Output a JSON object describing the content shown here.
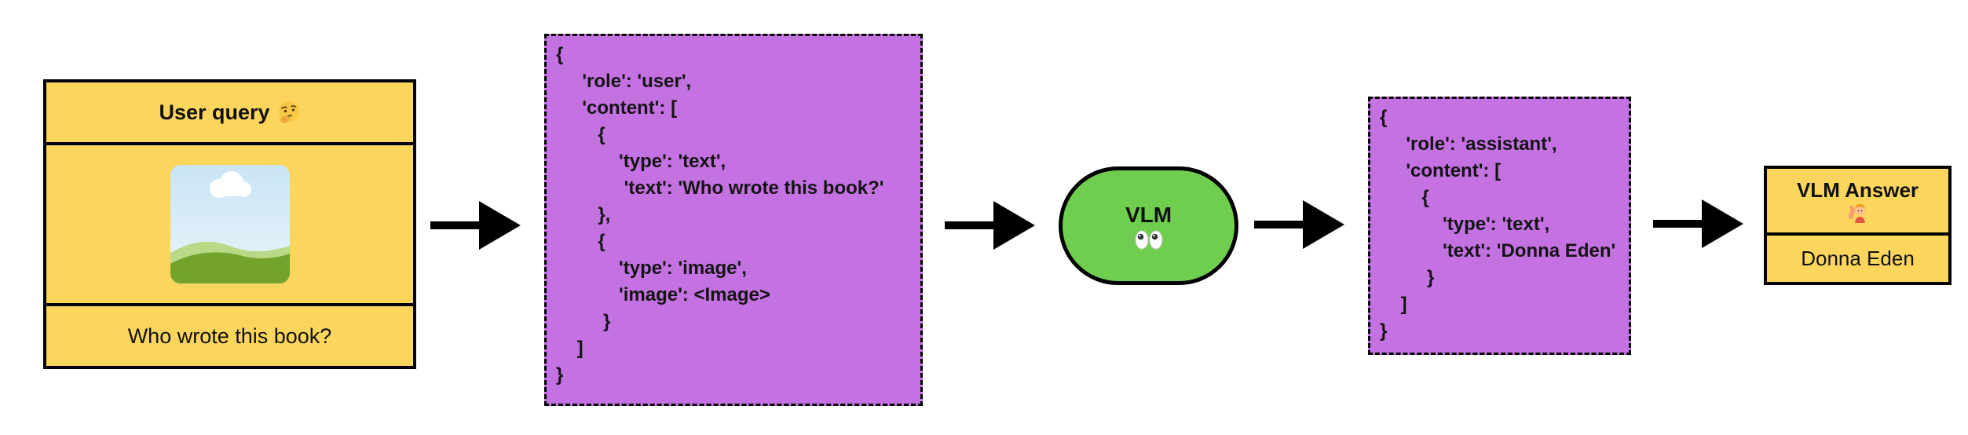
{
  "colors": {
    "node_yellow": "#fcd65c",
    "json_purple": "#c471e2",
    "vlm_green": "#70ce4e",
    "outline_black": "#000000",
    "sky_blue": "#c9e4f5",
    "hill_light_green": "#b9d987",
    "hill_dark_green": "#74a32d"
  },
  "user_query": {
    "title": "User query",
    "title_icon": "thinking-face",
    "question": "Who wrote this book?"
  },
  "user_message": {
    "code": "{\n     'role': 'user',\n     'content': [\n        {\n            'type': 'text',\n             'text': 'Who wrote this book?'\n        },\n        {\n            'type': 'image',\n            'image': <Image>\n         }\n    ]\n}"
  },
  "vlm": {
    "label": "VLM",
    "icon": "eyes"
  },
  "assistant_message": {
    "code": "{\n     'role': 'assistant',\n     'content': [\n        {\n            'type': 'text',\n            'text': 'Donna Eden'\n         }\n    ]\n}"
  },
  "answer": {
    "title": "VLM Answer",
    "title_icon": "person-raising-hand",
    "value": "Donna Eden"
  }
}
